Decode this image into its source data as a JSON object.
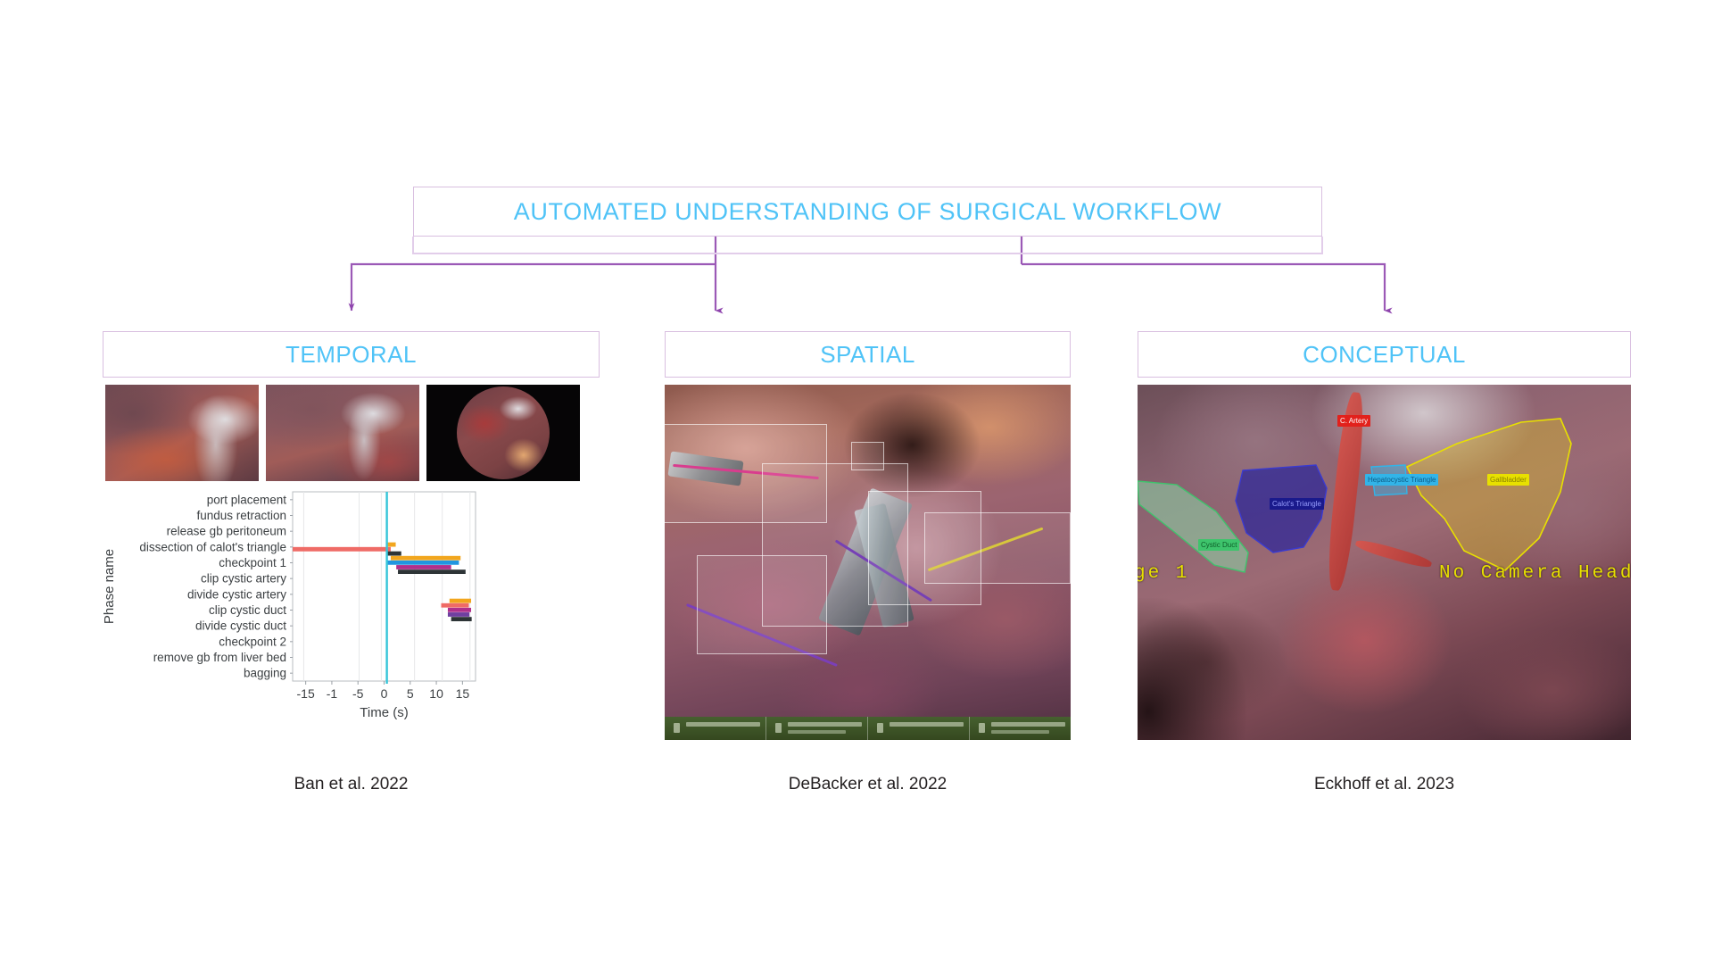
{
  "title": {
    "text": "AUTOMATED UNDERSTANDING OF SURGICAL WORKFLOW",
    "color": "#4fc3f7",
    "border_color": "#d9bfe0"
  },
  "categories": [
    {
      "id": "temporal",
      "label": "TEMPORAL",
      "citation": "Ban et al. 2022"
    },
    {
      "id": "spatial",
      "label": "SPATIAL",
      "citation": "DeBacker et al. 2022"
    },
    {
      "id": "conceptual",
      "label": "CONCEPTUAL",
      "citation": "Eckhoff et al. 2023"
    }
  ],
  "connector": {
    "color": "#8e44ad",
    "stroke": 2
  },
  "temporal_panel": {
    "thumbnails": [
      {
        "name": "surgical-frame-1",
        "style": "tex-a"
      },
      {
        "name": "surgical-frame-2",
        "style": "tex-b"
      },
      {
        "name": "surgical-frame-3",
        "style": "tex-c"
      }
    ]
  },
  "chart_data": {
    "type": "bar",
    "orientation": "horizontal",
    "title": "",
    "xlabel": "Time (s)",
    "ylabel": "Phase name",
    "xlim": [
      -17,
      16
    ],
    "xticks": [
      -15,
      -1,
      -5,
      0,
      5,
      10,
      15
    ],
    "xtick_labels": [
      "-15",
      "-1",
      "-5",
      "0",
      "5",
      "10",
      "15"
    ],
    "grid": true,
    "zero_line": {
      "value": 0,
      "color": "#35c5d8"
    },
    "categories": [
      "port placement",
      "fundus retraction",
      "release gb peritoneum",
      "dissection of calot's triangle",
      "checkpoint 1",
      "clip cystic artery",
      "divide cystic artery",
      "clip cystic duct",
      "divide cystic duct",
      "checkpoint 2",
      "remove gb from liver bed",
      "bagging"
    ],
    "series": [
      {
        "name": "orange",
        "color": "#f2a61e"
      },
      {
        "name": "red",
        "color": "#ef6b66"
      },
      {
        "name": "black",
        "color": "#2d3436"
      },
      {
        "name": "blue",
        "color": "#2196e0"
      },
      {
        "name": "magenta",
        "color": "#b0308c"
      },
      {
        "name": "purple",
        "color": "#6f3fa0"
      }
    ],
    "bars": [
      {
        "category": "dissection of calot's triangle",
        "series": "orange",
        "start": 0,
        "end": 1.6
      },
      {
        "category": "dissection of calot's triangle",
        "series": "red",
        "start": -17,
        "end": 0.7
      },
      {
        "category": "checkpoint 1",
        "series": "black",
        "start": 0,
        "end": 2.6
      },
      {
        "category": "checkpoint 1",
        "series": "orange",
        "start": 0.7,
        "end": 13.3
      },
      {
        "category": "checkpoint 1",
        "series": "blue",
        "start": 0,
        "end": 13.0
      },
      {
        "category": "checkpoint 1",
        "series": "magenta",
        "start": 1.7,
        "end": 11.6
      },
      {
        "category": "checkpoint 1",
        "series": "black",
        "start": 2.0,
        "end": 14.2
      },
      {
        "category": "clip cystic duct",
        "series": "orange",
        "start": 11.3,
        "end": 15.2
      },
      {
        "category": "clip cystic duct",
        "series": "red",
        "start": 9.8,
        "end": 14.8
      },
      {
        "category": "clip cystic duct",
        "series": "magenta",
        "start": 11.0,
        "end": 15.2
      },
      {
        "category": "clip cystic duct",
        "series": "purple",
        "start": 11.0,
        "end": 14.9
      },
      {
        "category": "clip cystic duct",
        "series": "black",
        "start": 11.6,
        "end": 15.3
      }
    ]
  },
  "spatial_panel": {
    "name": "spatial-detection-frame",
    "detection_boxes": 6,
    "toolbar_cells": 4
  },
  "conceptual_panel": {
    "name": "conceptual-segmentation-frame",
    "labels": [
      {
        "text": "C. Artery",
        "bg": "#e2211c",
        "fg": "#ffffff"
      },
      {
        "text": "Calot's Triangle",
        "bg": "#1a1a8c",
        "fg": "#c8c8ff"
      },
      {
        "text": "Hepatocystic Triangle",
        "bg": "#32b4e8",
        "fg": "#0a3a5a"
      },
      {
        "text": "Gallbladder",
        "bg": "#e8e000",
        "fg": "#6a6a00"
      },
      {
        "text": "Cystic Duct",
        "bg": "#3ec46c",
        "fg": "#0a4a20"
      }
    ],
    "overlay_texts": [
      {
        "text": "ge 1",
        "color": "#e8e000"
      },
      {
        "text": "No Camera Head",
        "color": "#e8e000"
      }
    ]
  }
}
